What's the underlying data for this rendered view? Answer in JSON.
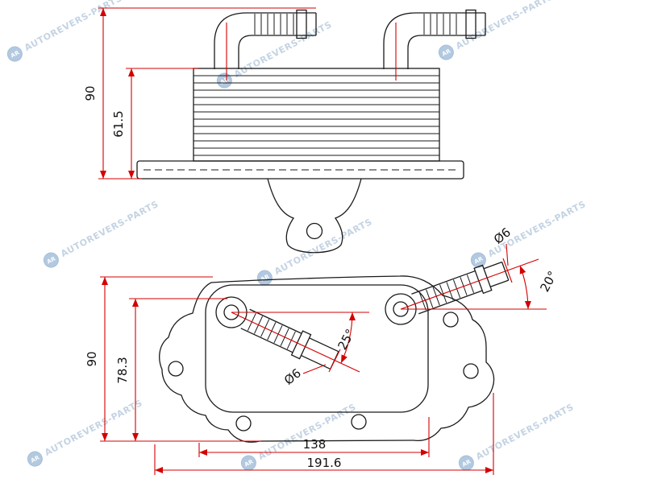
{
  "drawing": {
    "kind": "technical-dimension-drawing",
    "subject": "engine oil cooler, two views"
  },
  "watermark": {
    "text": "AUTOREVERS-PARTS",
    "logo": "AR",
    "color": "#9db7d2"
  },
  "colors": {
    "dimension_line": "#d40000",
    "drawing_line": "#1a1a1a",
    "label_text": "#111111"
  },
  "dimensions": {
    "top_view": {
      "total_height": "90",
      "core_height": "61.5"
    },
    "bottom_view": {
      "total_height": "90",
      "pipe_center_height": "78.3",
      "inner_width": "138",
      "total_width": "191.6",
      "pipe1_diameter": "Ø6",
      "pipe2_diameter": "Ø6",
      "pipe1_angle": "25°",
      "pipe2_angle": "20°"
    }
  }
}
